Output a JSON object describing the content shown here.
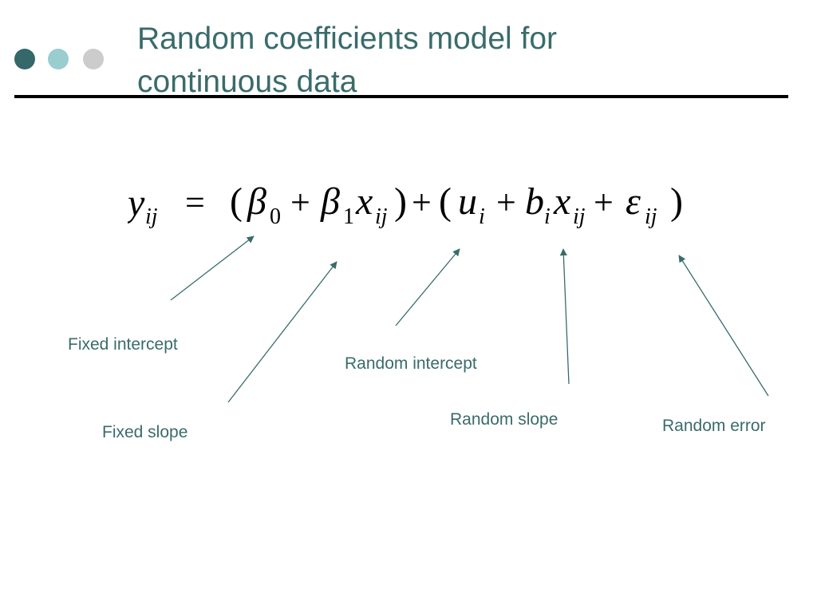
{
  "slide": {
    "title_line1": "Random coefficients model for",
    "title_line2": "continuous data",
    "accent_color": "#3a6b6b",
    "rule_color": "#000000",
    "dots": [
      {
        "color": "#356868"
      },
      {
        "color": "#99cdd0"
      },
      {
        "color": "#cccccc"
      }
    ]
  },
  "equation": {
    "lhs_var": "y",
    "lhs_sub": "ij",
    "equals": "=",
    "open1": "(",
    "beta0": "β",
    "beta0_sub": "0",
    "plus1": "+",
    "beta1": "β",
    "beta1_sub": "1",
    "x1": "x",
    "x1_sub": "ij",
    "close1": ")",
    "plus2": "+",
    "open2": "(",
    "u": "u",
    "u_sub": "i",
    "plus3": "+",
    "b": "b",
    "b_sub": "i",
    "x2": "x",
    "x2_sub": "ij",
    "plus4": "+",
    "eps": "ε",
    "eps_sub": "ij",
    "close2": ")"
  },
  "labels": {
    "fixed_intercept": "Fixed intercept",
    "fixed_slope": "Fixed slope",
    "random_intercept": "Random intercept",
    "random_slope": "Random slope",
    "random_error": "Random error"
  }
}
